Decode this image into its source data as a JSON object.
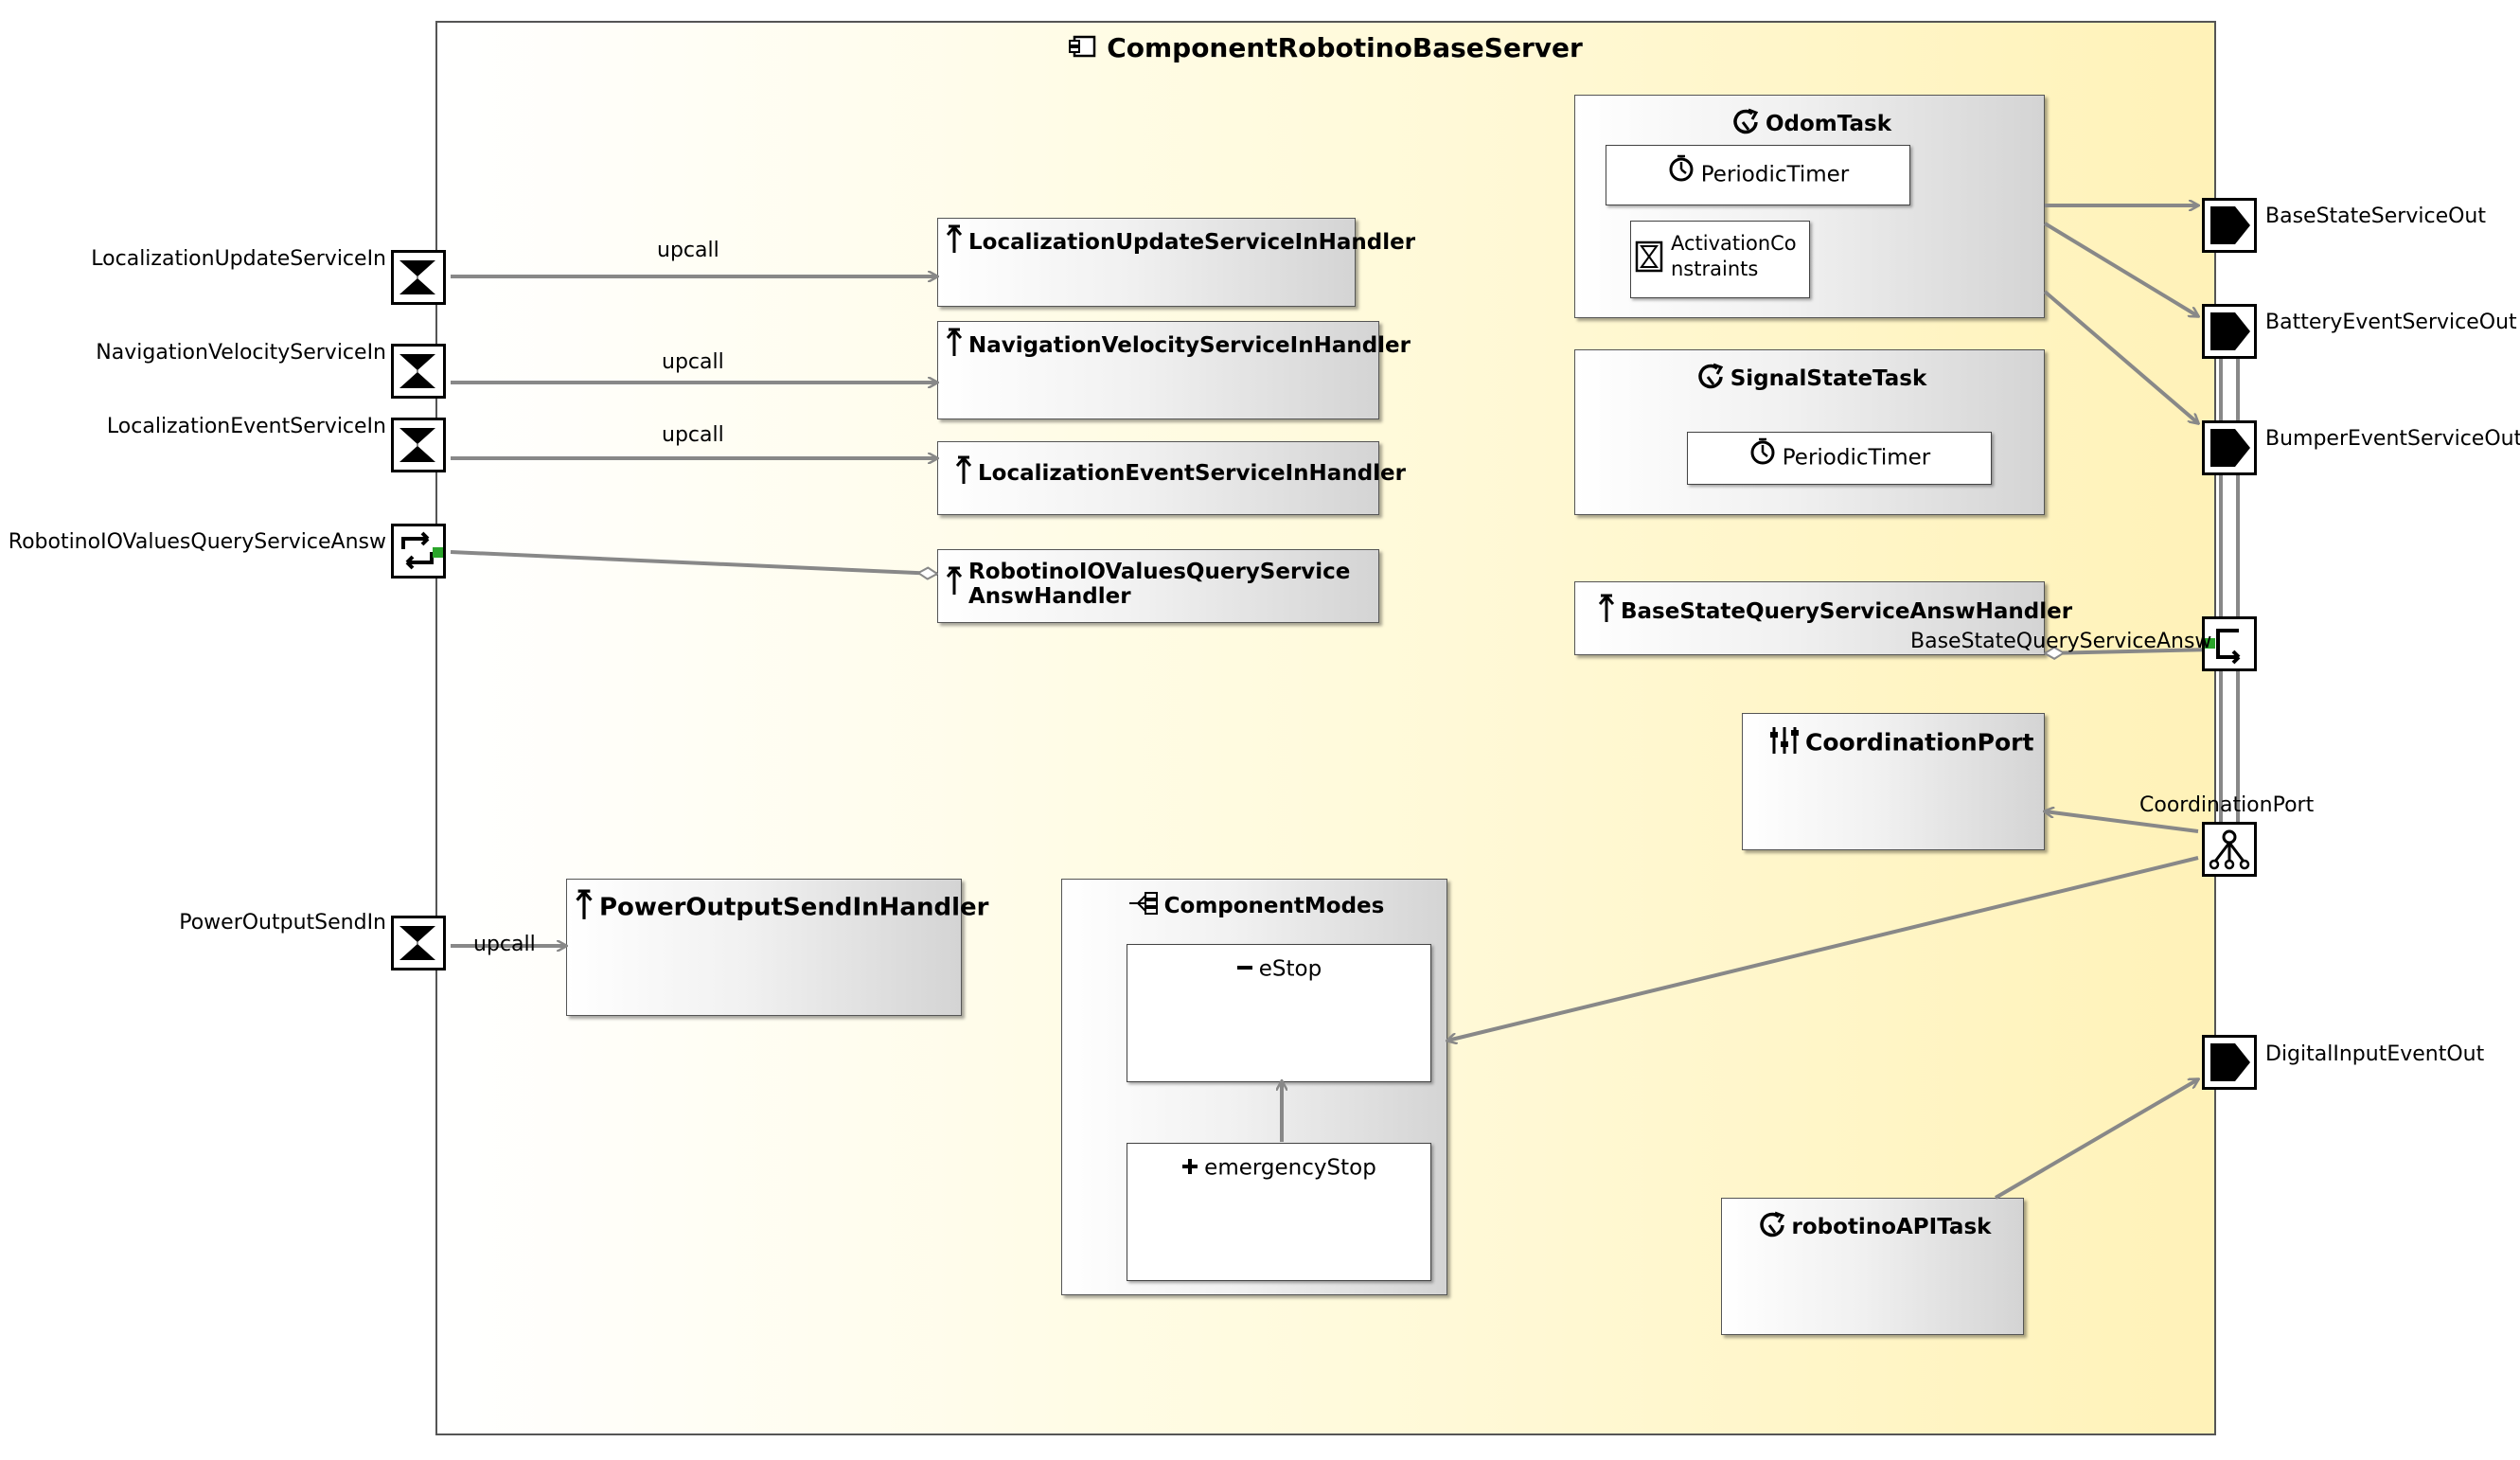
{
  "component": {
    "title": "ComponentRobotinoBaseServer",
    "icon": "component-icon"
  },
  "input_ports": {
    "localization_update": "LocalizationUpdateServiceIn",
    "navigation_velocity": "NavigationVelocityServiceIn",
    "localization_event": "LocalizationEventServiceIn",
    "io_values_query": "RobotinoIOValuesQueryServiceAnsw",
    "power_output": "PowerOutputSendIn"
  },
  "output_ports": {
    "base_state": "BaseStateServiceOut",
    "battery_event": "BatteryEventServiceOut",
    "bumper_event": "BumperEventServiceOut",
    "base_state_query": "BaseStateQueryServiceAnsw",
    "coordination": "CoordinationPort",
    "digital_input": "DigitalInputEventOut"
  },
  "handlers": {
    "localization_update": "LocalizationUpdateServiceInHandler",
    "navigation_velocity": "NavigationVelocityServiceInHandler",
    "localization_event": "LocalizationEventServiceInHandler",
    "io_values_query": "RobotinoIOValuesQueryServiceAnswHandler",
    "power_output": "PowerOutputSendInHandler",
    "base_state_query": "BaseStateQueryServiceAnswHandler"
  },
  "tasks": {
    "odom": {
      "title": "OdomTask",
      "timer": "PeriodicTimer",
      "constraints": "ActivationConstraints"
    },
    "signal_state": {
      "title": "SignalStateTask",
      "timer": "PeriodicTimer"
    },
    "robotino_api": {
      "title": "robotinoAPITask"
    }
  },
  "coordination_box": {
    "title": "CoordinationPort"
  },
  "component_modes": {
    "title": "ComponentModes",
    "estop": "eStop",
    "emergency_stop": "emergencyStop"
  },
  "wire_labels": {
    "upcall_1": "upcall",
    "upcall_2": "upcall",
    "upcall_3": "upcall",
    "upcall_4": "upcall"
  },
  "colors": {
    "wire": "#888888",
    "port_border": "#000000",
    "port_marker": "#2aa52a"
  }
}
